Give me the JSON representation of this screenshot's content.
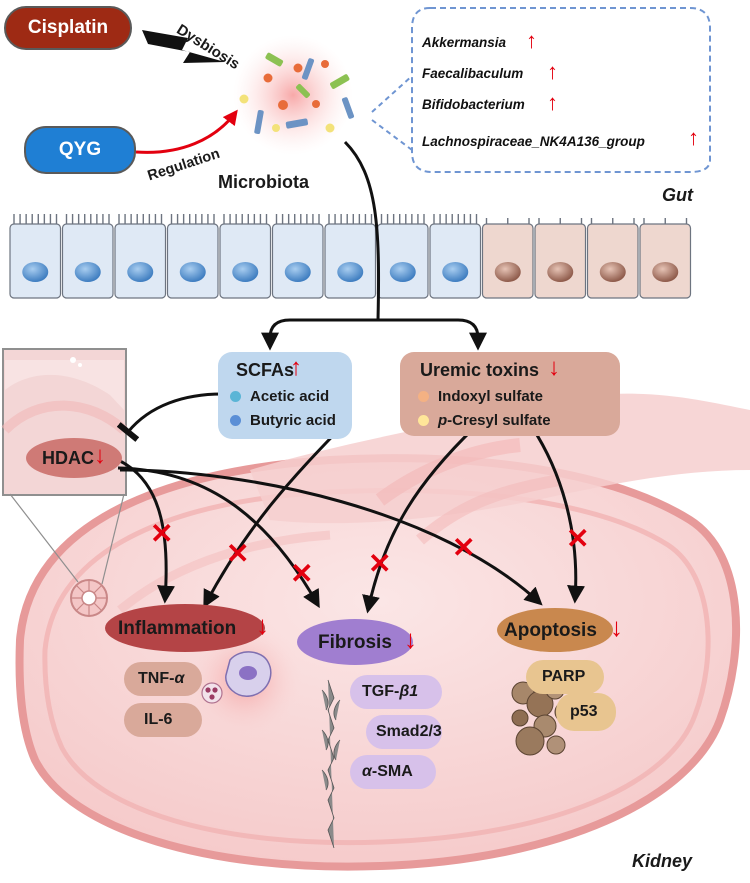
{
  "drugs": {
    "cisplatin": "Cisplatin",
    "qyg": "QYG"
  },
  "arrows": {
    "dysbiosis": "Dysbiosis",
    "regulation": "Regulation"
  },
  "microbiota_label": "Microbiota",
  "bacteria": [
    {
      "name": "Akkermansia",
      "change": "up"
    },
    {
      "name": "Faecalibaculum",
      "change": "up"
    },
    {
      "name": "Bifidobacterium",
      "change": "up"
    },
    {
      "name": "Lachnospiraceae_NK4A136_group",
      "change": "up"
    }
  ],
  "gut_label": "Gut",
  "kidney_label": "Kidney",
  "scfas": {
    "title": "SCFAs",
    "change": "up",
    "items": [
      {
        "name": "Acetic acid",
        "dot_color": "#5bb5d6"
      },
      {
        "name": "Butyric acid",
        "dot_color": "#5b8fd6"
      }
    ]
  },
  "uremic_toxins": {
    "title": "Uremic toxins",
    "change": "down",
    "items": [
      {
        "prefix": "",
        "name": "Indoxyl sulfate",
        "dot_color": "#f4b183"
      },
      {
        "prefix": "p",
        "name": "-Cresyl sulfate",
        "dot_color": "#ffe699"
      }
    ]
  },
  "hdac": {
    "label": "HDAC",
    "change": "down"
  },
  "outcomes": {
    "inflammation": {
      "label": "Inflammation",
      "change": "down",
      "markers": [
        "TNF-",
        "IL-6"
      ],
      "marker_greek": "α"
    },
    "fibrosis": {
      "label": "Fibrosis",
      "change": "down",
      "markers": [
        "TGF-",
        "Smad2/3",
        "-SMA"
      ],
      "tgf_greek": "β1",
      "sma_greek": "α"
    },
    "apoptosis": {
      "label": "Apoptosis",
      "change": "down",
      "markers": [
        "PARP",
        "p53"
      ]
    }
  },
  "symbols": {
    "up_arrow": "↑",
    "down_arrow": "↓",
    "blocked": "✕"
  },
  "colors": {
    "cisplatin": "#9e2a14",
    "qyg": "#1f7fd4",
    "scfas_box": "#bfd7ee",
    "toxins_box": "#d9a99a",
    "hdac": "#cf7a76",
    "inflammation": "#b44446",
    "fibrosis": "#a07ed0",
    "apoptosis": "#c9884e",
    "arrow_red": "#e3000f",
    "bacteria_box_border": "#6f95d2"
  }
}
